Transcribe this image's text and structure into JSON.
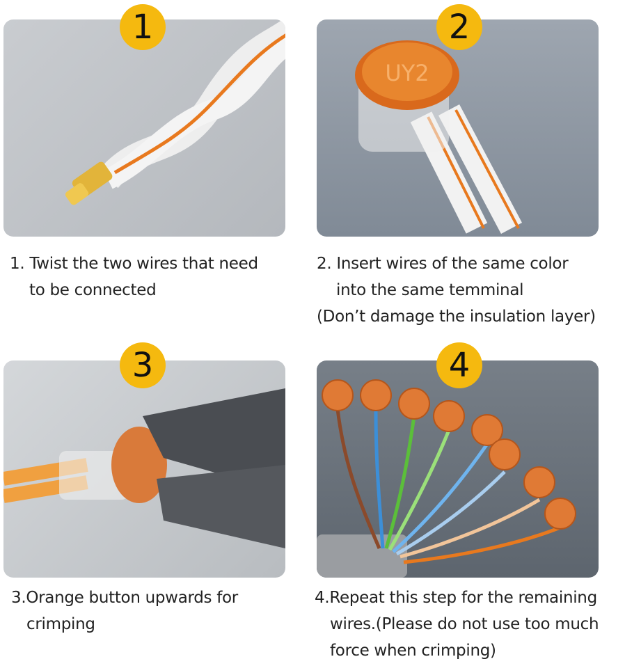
{
  "steps": [
    {
      "number": "1",
      "lines": [
        "1. Twist the two wires that need",
        "to be connected"
      ]
    },
    {
      "number": "2",
      "lines": [
        "2. Insert wires of the same color",
        "into the same temminal",
        "(Don’t damage the insulation layer)"
      ]
    },
    {
      "number": "3",
      "lines": [
        "3.Orange button upwards for",
        "crimping"
      ]
    },
    {
      "number": "4",
      "lines": [
        "4.Repeat this step for the remaining",
        "wires.(Please do not use too much",
        "force when crimping)"
      ]
    }
  ],
  "connector_label": "UY2",
  "colors": {
    "badge": "#f5b90f",
    "orange": "#e8791e"
  }
}
